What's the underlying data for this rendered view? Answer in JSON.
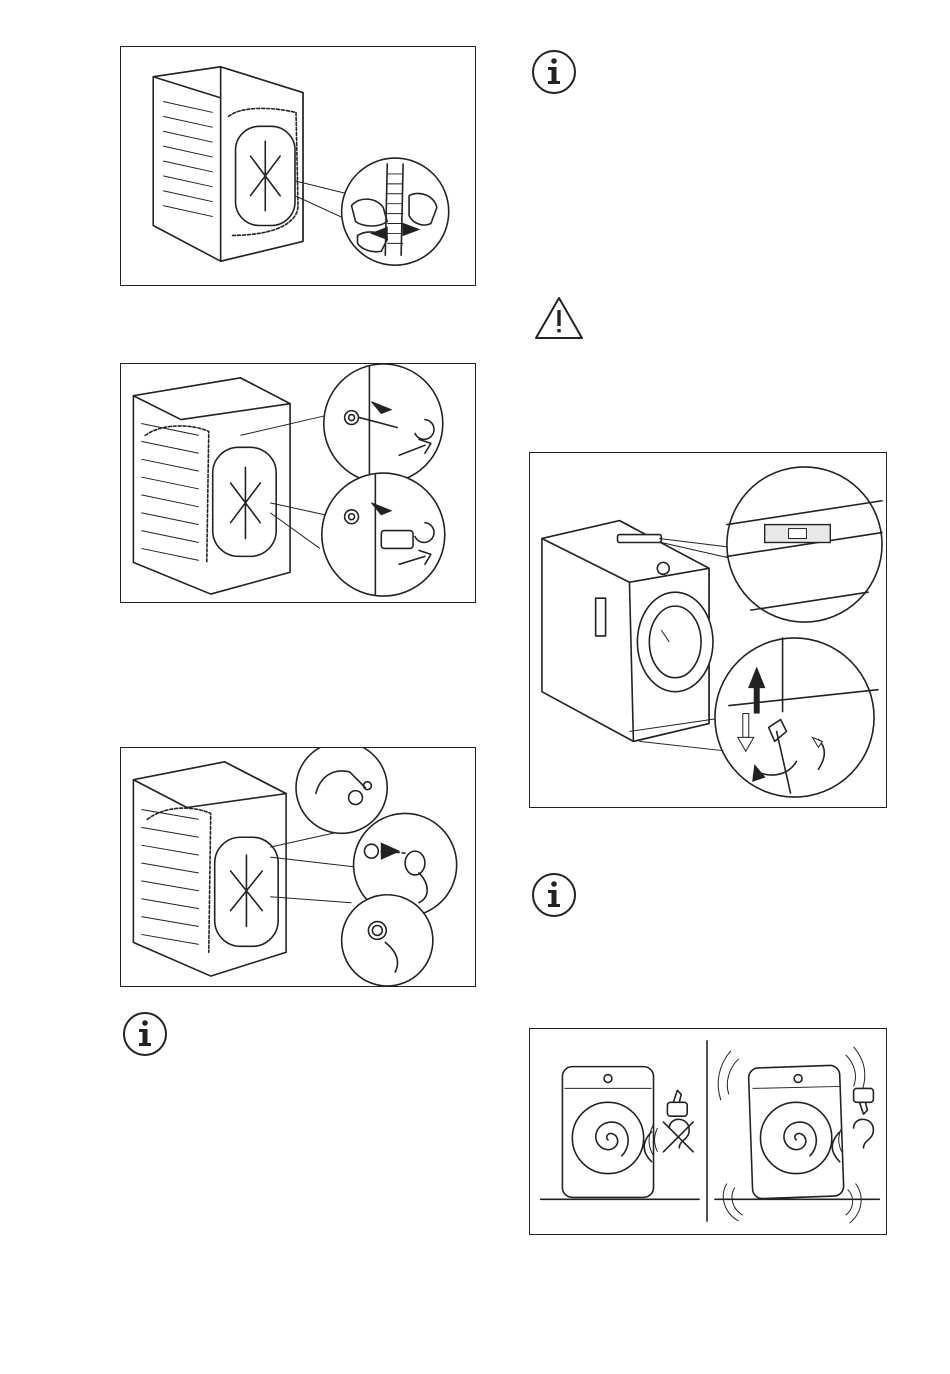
{
  "page": {
    "background": "#ffffff",
    "line_color": "#222222"
  },
  "figures": [
    {
      "id": "fig-remove-transit-bolts-rear",
      "icon": "hand-removing-bracket"
    },
    {
      "id": "fig-unscrew-transit-bolts",
      "icon": "wrench-unscrew"
    },
    {
      "id": "fig-insert-plastic-caps",
      "icon": "insert-caps"
    },
    {
      "id": "fig-level-adjust-feet",
      "icon": "spirit-level"
    },
    {
      "id": "fig-vibration-comparison",
      "icon": "thumbs-up-down"
    }
  ],
  "icons": [
    {
      "id": "info-1",
      "type": "info-icon"
    },
    {
      "id": "warning-1",
      "type": "warning-icon"
    },
    {
      "id": "info-2",
      "type": "info-icon"
    },
    {
      "id": "info-3",
      "type": "info-icon"
    }
  ]
}
